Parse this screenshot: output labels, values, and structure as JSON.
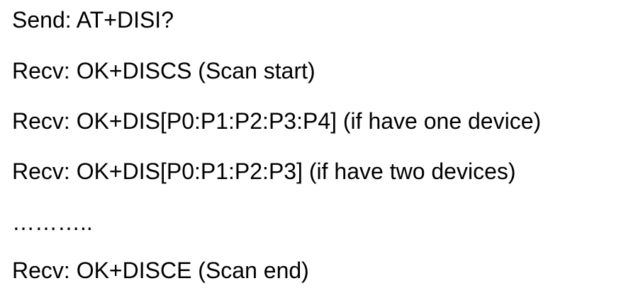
{
  "lines": [
    "Send: AT+DISI?",
    "Recv: OK+DISCS (Scan start)",
    "Recv: OK+DIS[P0:P1:P2:P3:P4] (if have one device)",
    "Recv: OK+DIS[P0:P1:P2:P3] (if have two devices)",
    "………..",
    "Recv: OK+DISCE (Scan end)"
  ]
}
